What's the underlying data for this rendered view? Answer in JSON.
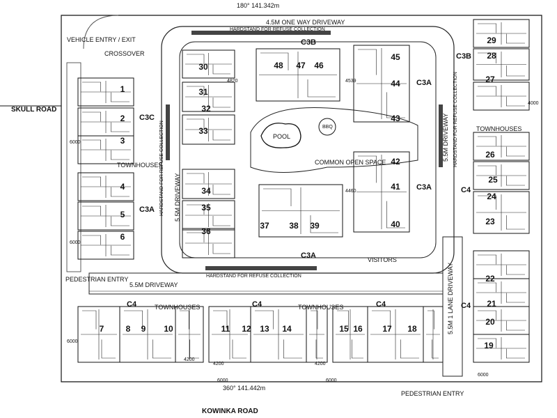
{
  "roads": {
    "skull": "SKULL ROAD",
    "kowinka": "KOWINKA ROAD"
  },
  "bearings": {
    "top": "180°  141.342m",
    "bottom": "360°  141.442m"
  },
  "driveways": {
    "one_way": "4.5M ONE WAY DRIVEWAY",
    "left_vertical": "5.5M DRIVEWAY",
    "bottom_horizontal": "5.5M DRIVEWAY",
    "right_vertical": "5.5M DRIVEWAY",
    "one_lane": "5.5M 1 LANE DRIVEWAY"
  },
  "entries": {
    "vehicle": "VEHICLE ENTRY / EXIT",
    "crossover": "CROSSOVER",
    "pedestrian_left": "PEDESTRIAN ENTRY",
    "pedestrian_bottom": "PEDESTRIAN ENTRY",
    "visitors": "VISITORS"
  },
  "features": {
    "pool": "POOL",
    "bbq": "BBQ",
    "open_space": "COMMON OPEN SPACE",
    "hardstand_top": "HARDSTAND FOR REFUSE COLLECTION",
    "hardstand_bottom": "HARDSTAND FOR REFUSE COLLECTION",
    "hardstand_left": "HARDSTAND FOR REFUSE COLLECTION",
    "hardstand_right": "HARDSTAND FOR REFUSE COLLECTION"
  },
  "groups": {
    "townhouses_left": "TOWNHOUSES",
    "townhouses_right": "TOWNHOUSES",
    "townhouses_b1": "TOWNHOUSES",
    "townhouses_b2": "TOWNHOUSES"
  },
  "unit_codes": {
    "c3c": "C3C",
    "c3a_left": "C3A",
    "c3b_top": "C3B",
    "c3b_right": "C3B",
    "c3a_right1": "C3A",
    "c3a_right2": "C3A",
    "c3a_mid": "C3A",
    "c4_right1": "C4",
    "c4_right2": "C4",
    "c4_b1": "C4",
    "c4_b2": "C4",
    "c4_b3": "C4"
  },
  "units": [
    "1",
    "2",
    "3",
    "4",
    "5",
    "6",
    "7",
    "8",
    "9",
    "10",
    "11",
    "12",
    "13",
    "14",
    "15",
    "16",
    "17",
    "18",
    "19",
    "20",
    "21",
    "22",
    "23",
    "24",
    "25",
    "26",
    "27",
    "28",
    "29",
    "30",
    "31",
    "32",
    "33",
    "34",
    "35",
    "36",
    "37",
    "38",
    "39",
    "40",
    "41",
    "42",
    "43",
    "44",
    "45",
    "46",
    "47",
    "48"
  ],
  "dimensions": {
    "d6000_left1": "6000",
    "d6000_left2": "6000",
    "d6000_bottom_left": "6000",
    "d6000_b1": "6000",
    "d6000_b2": "6000",
    "d6000_right_bottom": "6000",
    "d4000_right": "4000",
    "d4820": "4820",
    "d4539": "4539",
    "d4460": "4460",
    "d4200_a": "4200",
    "d4200_b": "4200",
    "d4200_c": "4200"
  }
}
